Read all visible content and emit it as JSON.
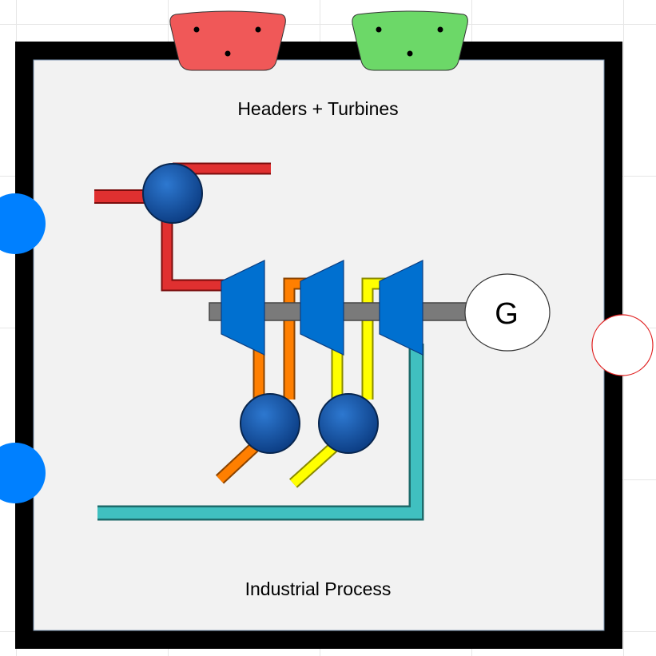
{
  "block": {
    "title": "Headers + Turbines",
    "subtitle": "Industrial Process",
    "generator_label": "G"
  },
  "colors": {
    "frame": "#000000",
    "panel": "#f2f2f2",
    "port_blue": "#0080ff",
    "connector_red": "#f05858",
    "connector_green": "#6cd868",
    "hp_steam": "#e03030",
    "mp_steam": "#ff7f00",
    "lp_steam": "#ffff00",
    "condensate": "#40c0c0",
    "shaft": "#7a7a7a",
    "turbine": "#0070d0",
    "header": "#1a5aa8"
  }
}
